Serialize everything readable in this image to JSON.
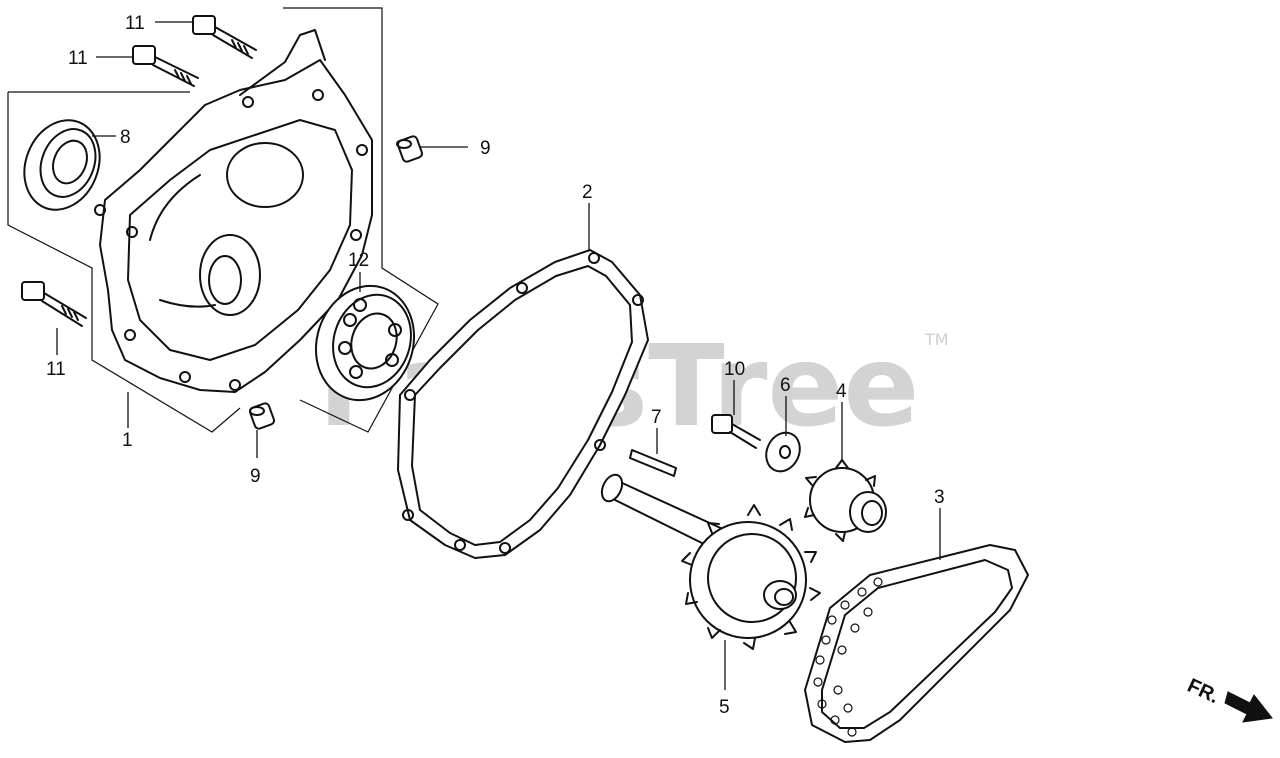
{
  "watermark": {
    "text": "PartsTree",
    "trademark": "TM"
  },
  "direction": {
    "label": "FR."
  },
  "callouts": {
    "c1": "1",
    "c2": "2",
    "c3": "3",
    "c4": "4",
    "c5": "5",
    "c6": "6",
    "c7": "7",
    "c8": "8",
    "c9a": "9",
    "c9b": "9",
    "c10": "10",
    "c11a": "11",
    "c11b": "11",
    "c11c": "11",
    "c12": "12"
  },
  "parts": [
    "transmission-case-cover",
    "case-gasket",
    "drive-chain",
    "small-sprocket",
    "large-sprocket-shaft",
    "washer",
    "key",
    "oil-seal",
    "dowel-pin",
    "flange-bolt",
    "bolt",
    "ball-bearing"
  ]
}
